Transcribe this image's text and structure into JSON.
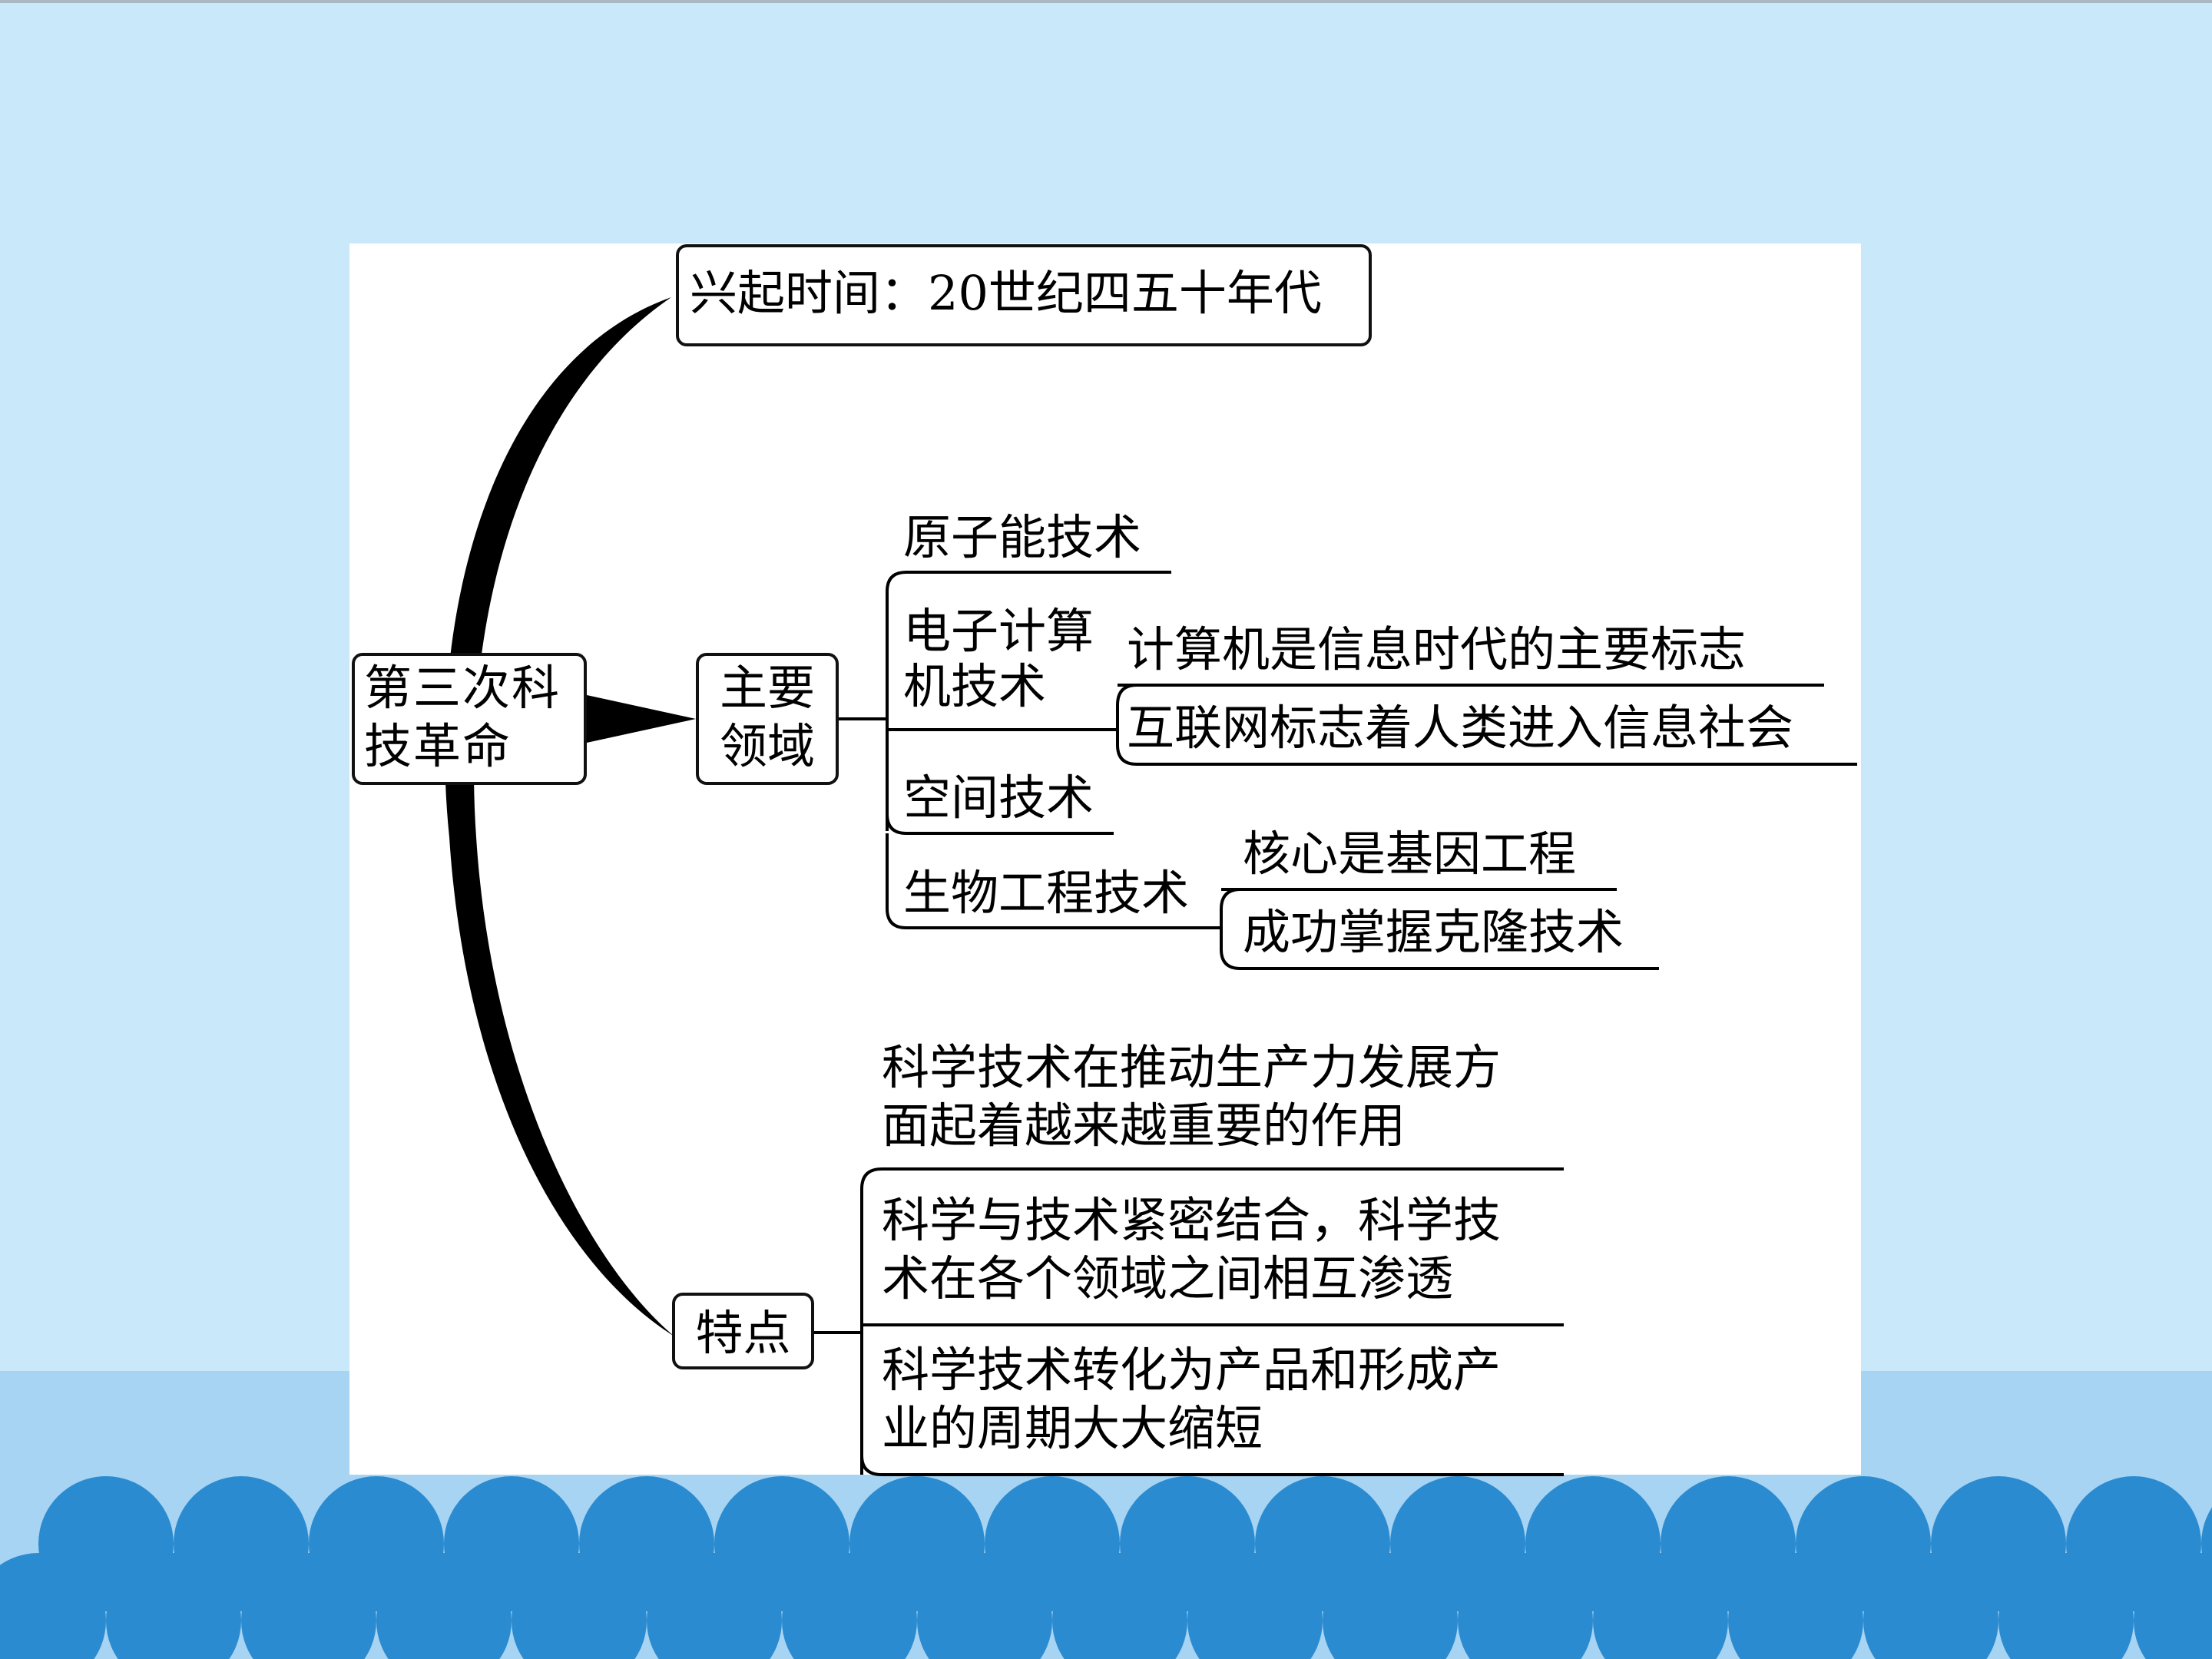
{
  "center": {
    "lines": [
      "第三次科",
      "技革命"
    ]
  },
  "time": {
    "text": "兴起时间：20世纪四五十年代"
  },
  "areas": {
    "lines": [
      "主要",
      "领域"
    ],
    "items": {
      "atomic": "原子能技术",
      "computer_lines": [
        "电子计算",
        "机技术"
      ],
      "computer_subs": [
        "计算机是信息时代的主要标志",
        "互联网标志着人类进入信息社会"
      ],
      "space": "空间技术",
      "bio": "生物工程技术",
      "bio_subs": [
        "核心是基因工程",
        "成功掌握克隆技术"
      ]
    }
  },
  "features": {
    "label": "特点",
    "items": [
      "科学技术在推动生产力发展方面起着越来越重要的作用",
      "科学与技术紧密结合，科学技术在各个领域之间相互渗透",
      "科学技术转化为产品和形成产业的周期大大缩短"
    ]
  },
  "colors": {
    "background": "#c9e9fb",
    "bottom_band": "#a7d4f2",
    "scallop": "#2b8bd0",
    "panel": "#ffffff",
    "line": "#000000"
  }
}
